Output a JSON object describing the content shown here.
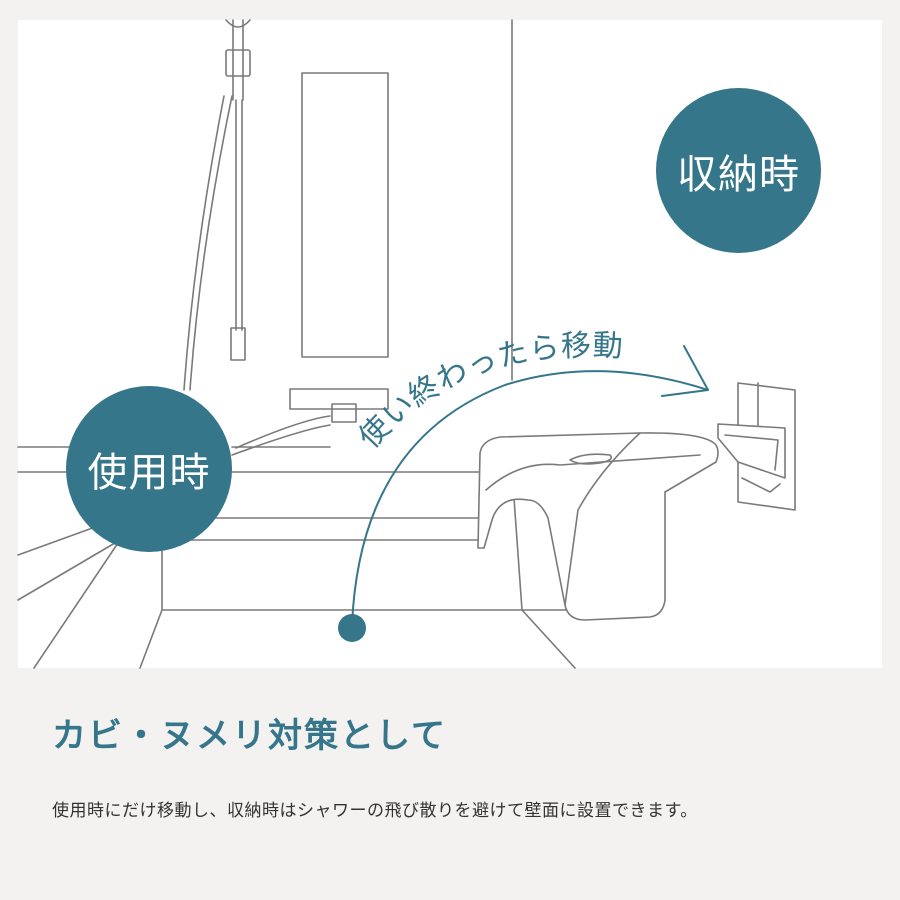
{
  "illustration": {
    "badge_use": "使用時",
    "badge_store": "収納時",
    "arrow_caption": "使い終わったら移動",
    "colors": {
      "accent": "#35768b",
      "line": "#7a7a7a",
      "panel": "#ffffff",
      "background": "#f3f2f1"
    }
  },
  "heading": "カビ・ヌメリ対策として",
  "description": "使用時にだけ移動し、収納時はシャワーの飛び散りを避けて壁面に設置できます。"
}
